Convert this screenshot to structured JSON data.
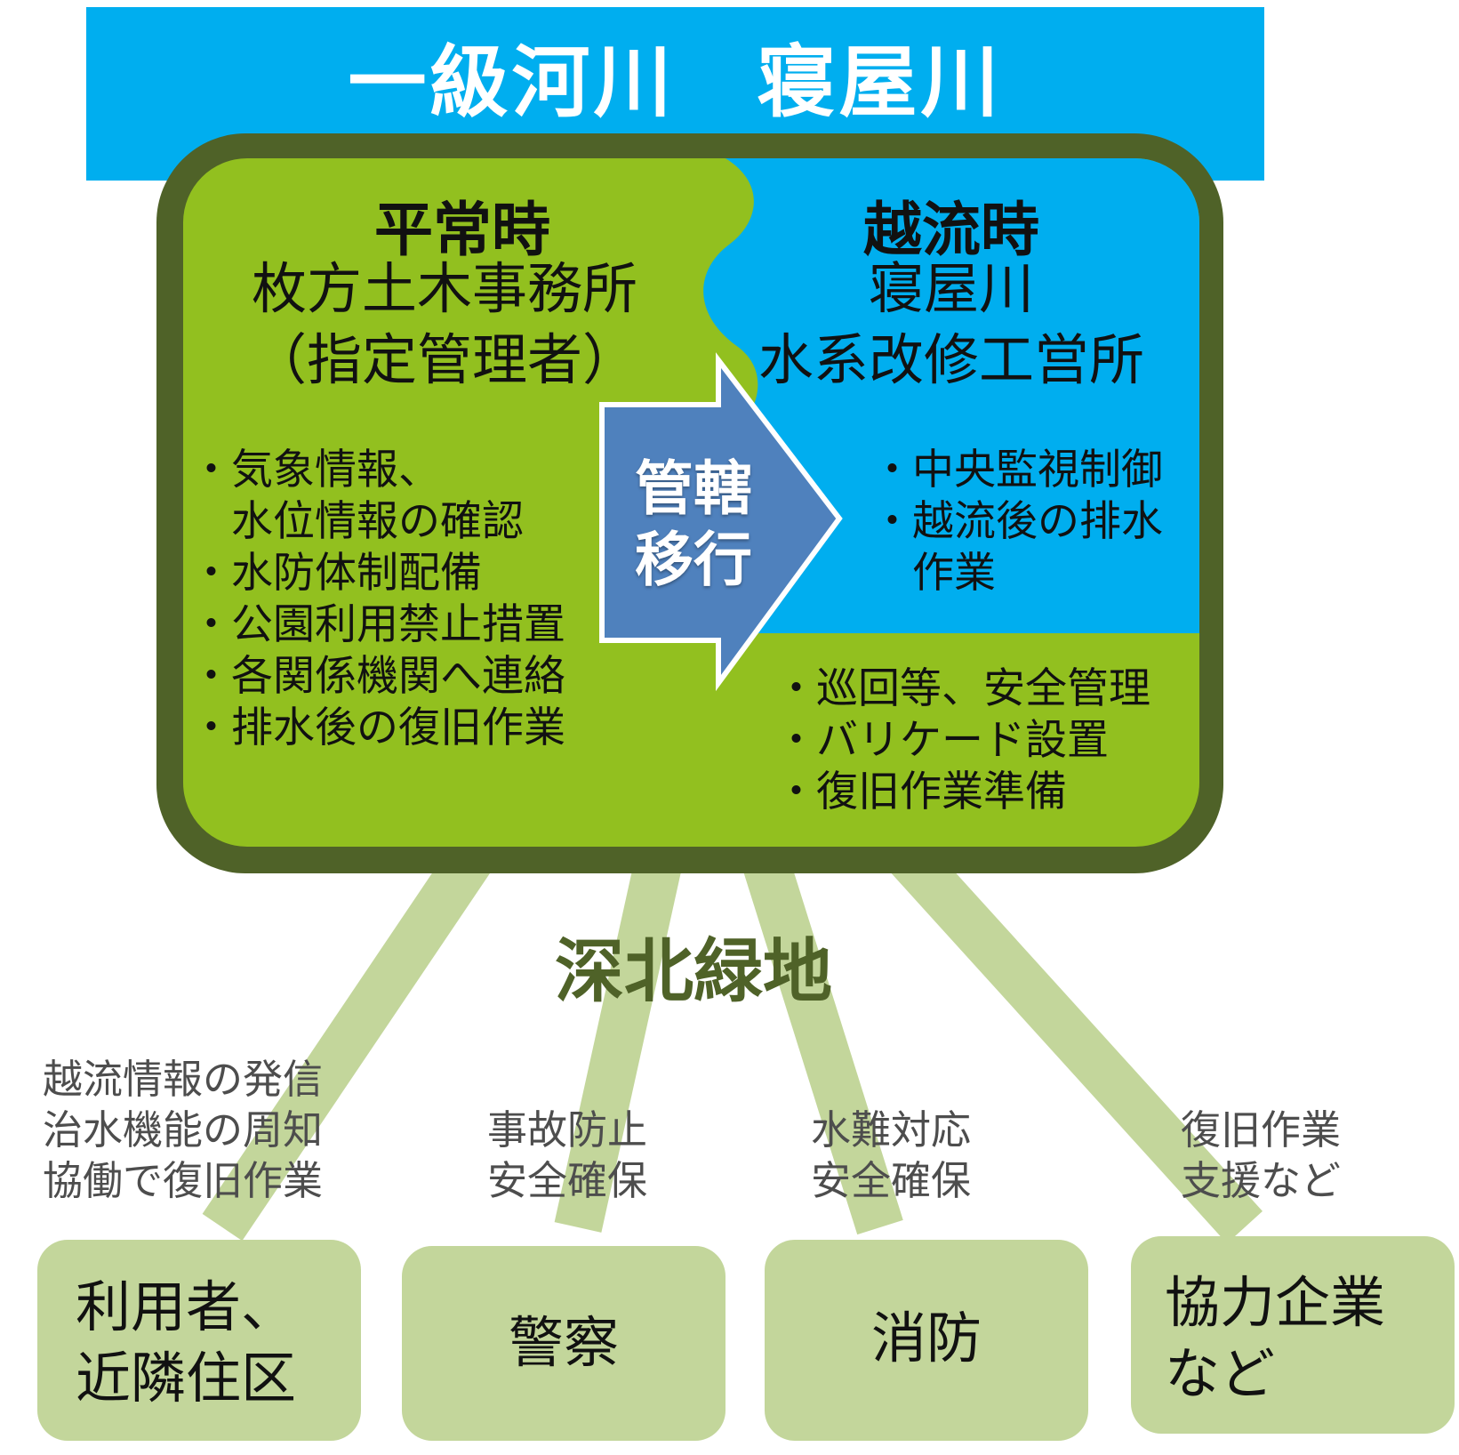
{
  "title": "一級河川　寝屋川",
  "normal": {
    "heading": "平常時",
    "org_line1": "枚方土木事務所",
    "org_line2": "（指定管理者）",
    "items": [
      "気象情報、",
      "水位情報の確認",
      "水防体制配備",
      "公園利用禁止措置",
      "各関係機関へ連絡",
      "排水後の復旧作業"
    ]
  },
  "overflow": {
    "heading": "越流時",
    "org_line1": "寝屋川",
    "org_line2": "水系改修工営所",
    "items": [
      "中央監視制御",
      "越流後の排水",
      "作業"
    ]
  },
  "shared_items": [
    "巡回等、安全管理",
    "バリケード設置",
    "復旧作業準備"
  ],
  "arrow": {
    "line1": "管轄",
    "line2": "移行"
  },
  "park_name": "深北緑地",
  "notes": {
    "users": [
      "越流情報の発信",
      "治水機能の周知",
      "協働で復旧作業"
    ],
    "police": [
      "事故防止",
      "安全確保"
    ],
    "fire": [
      "水難対応",
      "安全確保"
    ],
    "partners": [
      "復旧作業",
      "支援など"
    ]
  },
  "boxes": {
    "users": [
      "利用者、",
      "近隣住区"
    ],
    "police": "警察",
    "fire": "消防",
    "partners": [
      "協力企業",
      "など"
    ]
  },
  "colors": {
    "sky_blue": "#00aeef",
    "dark_green": "#4f6228",
    "lime": "#92c01f",
    "arrow_blue": "#4f81bd",
    "pale_green": "#c3d69b"
  }
}
